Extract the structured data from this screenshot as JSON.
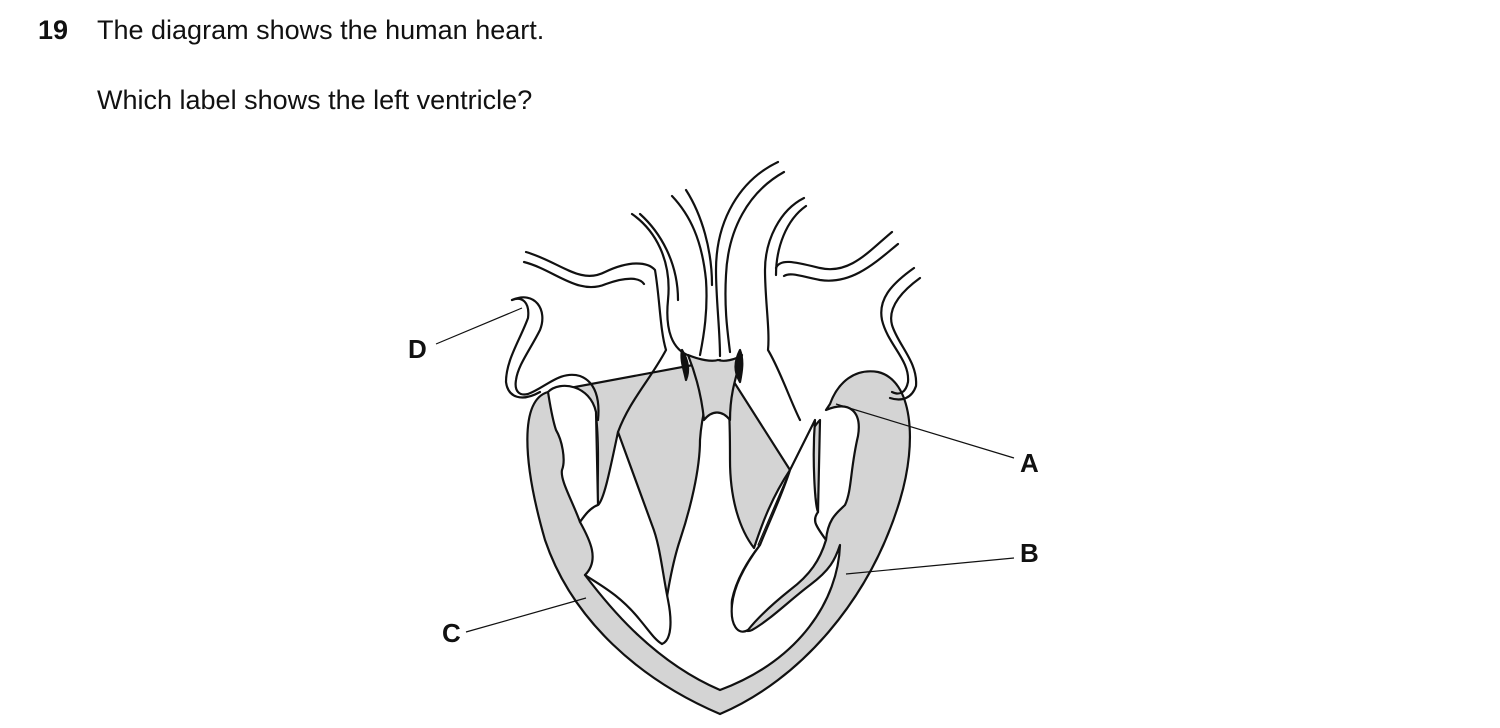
{
  "question": {
    "number": "19",
    "stem": "The diagram shows the human heart.",
    "prompt": "Which label shows the left ventricle?"
  },
  "diagram": {
    "labels": {
      "A": "A",
      "B": "B",
      "C": "C",
      "D": "D"
    },
    "colors": {
      "muscle_fill": "#d4d4d4",
      "outline": "#111111"
    }
  }
}
